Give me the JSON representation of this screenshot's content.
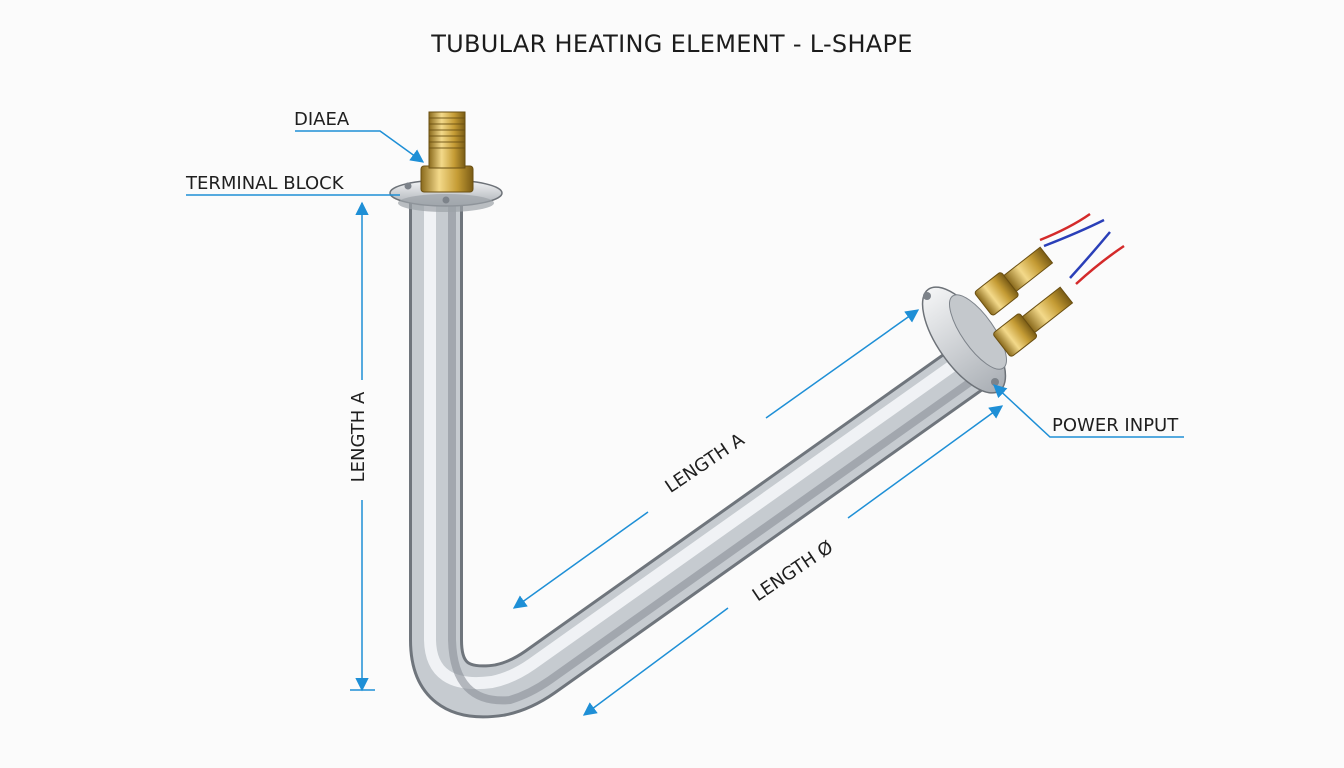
{
  "title": "TUBULAR HEATING ELEMENT - L-SHAPE",
  "labels": {
    "diaea": "DIAEA",
    "terminal_block": "TERMINAL BLOCK",
    "length_a_vertical": "LENGTH A",
    "length_a_diagonal": "LENGTH A",
    "length_diameter": "LENGTH Ø",
    "power_input": "POWER INPUT"
  },
  "colors": {
    "dimension_line": "#1e8fd6",
    "tube": "#b9bec4",
    "brass": "#c9a544",
    "wire_red": "#d42a2a",
    "wire_blue": "#2a3fb8"
  }
}
